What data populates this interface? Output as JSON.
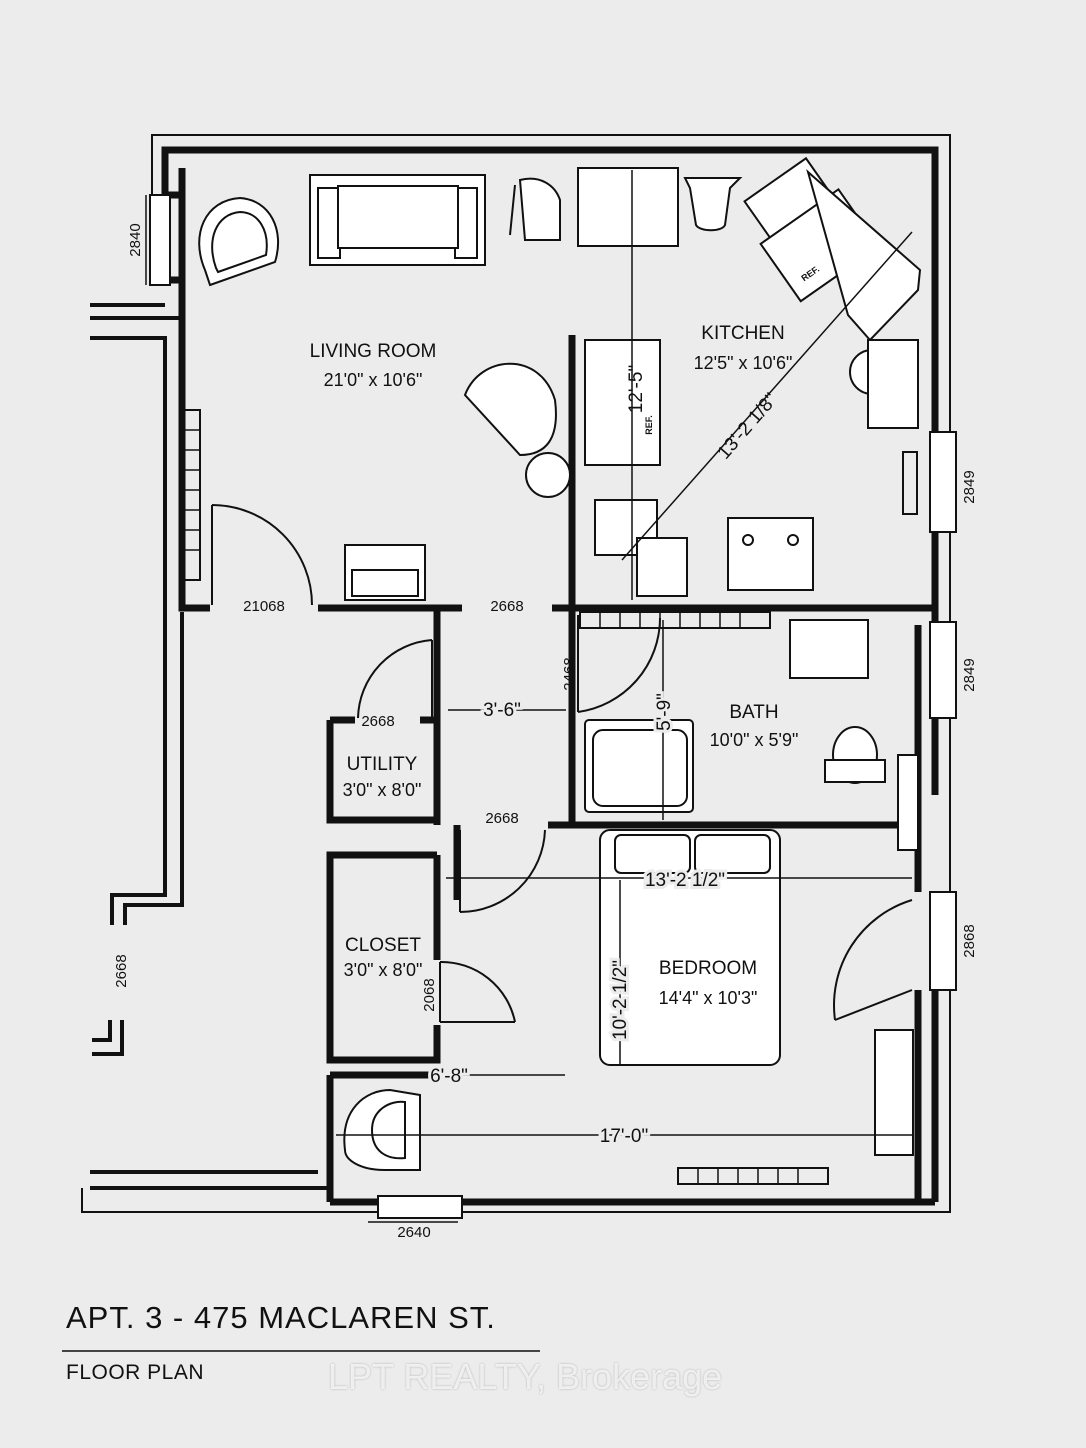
{
  "plan": {
    "title": "APT. 3 - 475 MACLAREN ST.",
    "subtitle": "FLOOR PLAN",
    "watermark": "LPT REALTY, Brokerage"
  },
  "rooms": {
    "living": {
      "name": "LIVING ROOM",
      "size": "21'0\" x 10'6\""
    },
    "kitchen": {
      "name": "KITCHEN",
      "size": "12'5\" x 10'6\""
    },
    "bath": {
      "name": "BATH",
      "size": "10'0\" x 5'9\""
    },
    "utility": {
      "name": "UTILITY",
      "size": "3'0\" x 8'0\""
    },
    "closet": {
      "name": "CLOSET",
      "size": "3'0\" x 8'0\""
    },
    "bedroom": {
      "name": "BEDROOM",
      "size": "14'4\" x 10'3\""
    }
  },
  "dimensions": {
    "kitchen_vertical": "12'-5\"",
    "kitchen_diagonal": "13'-2 1/8\"",
    "hall_width": "3'-6\"",
    "bath_vertical": "5'-9\"",
    "bedroom_width": "13'-2 1/2\"",
    "bedroom_depth": "10'-2 1/2\"",
    "closet_lower": "6'-8\"",
    "bedroom_total": "17'-0\""
  },
  "door_codes": {
    "entry": "21068",
    "kitchen_door": "2668",
    "bath_door": "2468",
    "utility_door": "2668",
    "bedroom_door": "2668",
    "closet_door": "2068",
    "left_wall": "2668",
    "window_living": "2840",
    "window_kitchen": "2849",
    "window_bath": "2849",
    "window_bedroom": "2868",
    "window_bottom": "2640"
  },
  "fixture_labels": {
    "ref_main": "REF.",
    "ref_small": "REF."
  }
}
